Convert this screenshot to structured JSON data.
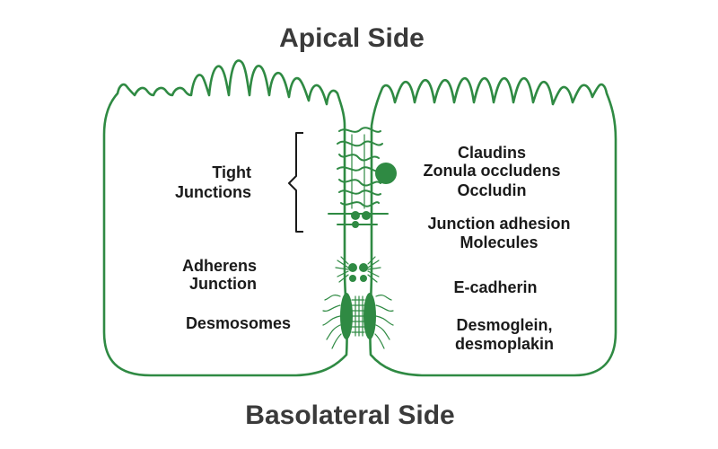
{
  "title_top": "Apical Side",
  "title_bottom": "Basolateral Side",
  "left_labels": {
    "tight_line1": "Tight",
    "tight_line2": "Junctions",
    "adherens_line1": "Adherens",
    "adherens_line2": "Junction",
    "desmosomes": "Desmosomes"
  },
  "right_labels": {
    "claudins": "Claudins",
    "zonula": "Zonula occludens",
    "occludin": "Occludin",
    "jam_line1": "Junction adhesion",
    "jam_line2": "Molecules",
    "ecadherin": "E-cadherin",
    "desmo_line1": "Desmoglein,",
    "desmo_line2": "desmoplakin"
  },
  "colors": {
    "cell": "#2f8a43",
    "text": "#1a1a1a",
    "title": "#3a3a3a"
  }
}
